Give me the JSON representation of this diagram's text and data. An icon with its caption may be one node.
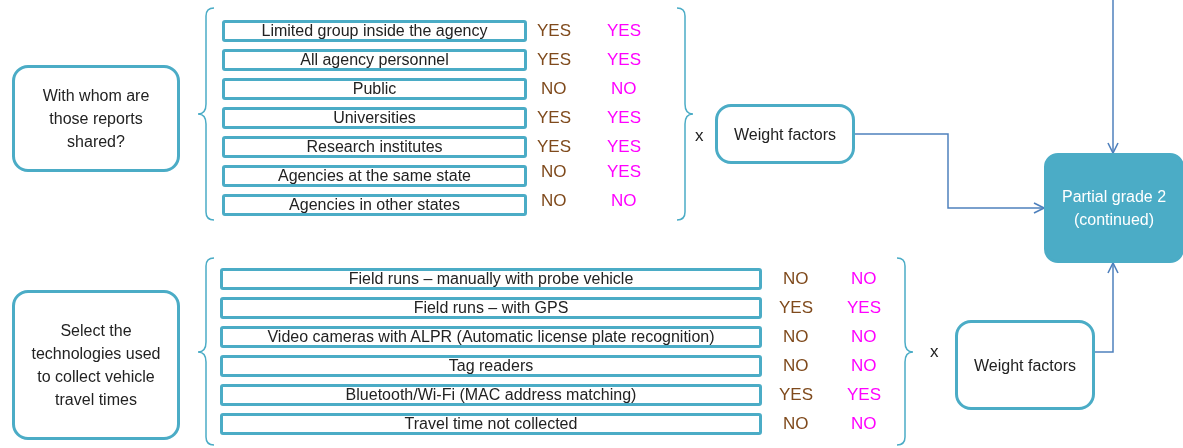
{
  "diagram": {
    "nodes": [
      {
        "text": [
          "With whom are those reports shared?"
        ]
      },
      {
        "text": [
          "Limited group inside the agency"
        ],
        "beside": [
          "YES",
          "YES"
        ]
      },
      {
        "text": [
          "All agency personnel"
        ],
        "beside": [
          "YES",
          "YES"
        ]
      },
      {
        "text": [
          "Public"
        ],
        "beside": [
          "NO",
          "NO"
        ]
      },
      {
        "text": [
          "Universities"
        ],
        "beside": [
          "YES",
          "YES"
        ]
      },
      {
        "text": [
          "Research institutes"
        ],
        "beside": [
          "YES",
          "YES"
        ]
      },
      {
        "text": [
          "Agencies at the same state"
        ],
        "beside": [
          "NO",
          "YES"
        ]
      },
      {
        "text": [
          "Agencies in other states"
        ],
        "beside": [
          "NO",
          "NO"
        ]
      },
      {
        "text": [
          "Weight factors"
        ]
      },
      {
        "text": [
          "Partial grade 2 (continued)"
        ]
      },
      {
        "text": [
          "Select the technologies used to collect vehicle travel times"
        ]
      },
      {
        "text": [
          "Field runs – manually with probe vehicle"
        ],
        "beside": [
          "NO",
          "NO"
        ]
      },
      {
        "text": [
          "Field runs – with GPS"
        ],
        "beside": [
          "YES",
          "YES"
        ]
      },
      {
        "text": [
          "Video cameras with ALPR (Automatic license plate recognition)"
        ],
        "beside": [
          "NO",
          "NO"
        ]
      },
      {
        "text": [
          "Tag readers"
        ],
        "beside": [
          "NO",
          "NO"
        ]
      },
      {
        "text": [
          "Bluetooth/Wi-Fi (MAC address matching)"
        ],
        "beside": [
          "YES",
          "YES"
        ]
      },
      {
        "text": [
          "Travel time not collected"
        ],
        "beside": [
          "NO",
          "NO"
        ]
      },
      {
        "text": [
          "Weight factors"
        ]
      }
    ],
    "edges": [
      {
        "from": null,
        "to": 9,
        "arrow": "to"
      },
      {
        "from": 8,
        "to": 9,
        "arrow": "to"
      },
      {
        "from": 17,
        "to": 9,
        "arrow": "to"
      }
    ],
    "labels": [
      "x",
      "x"
    ]
  }
}
